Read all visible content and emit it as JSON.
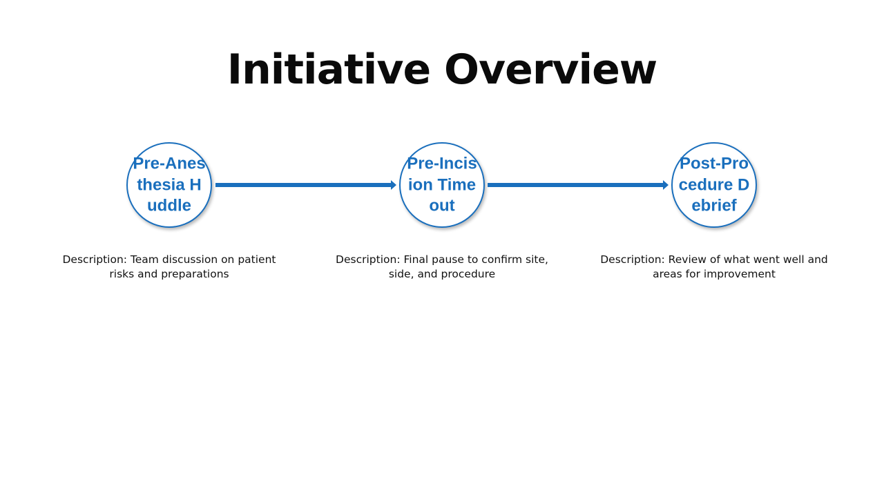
{
  "title": "Initiative Overview",
  "accent_color": "#1a6fbd",
  "steps": [
    {
      "label": "Pre-Anesthesia Huddle",
      "description": "Description: Team discussion on patient risks and preparations"
    },
    {
      "label": "Pre-Incision Timeout",
      "description": "Description: Final pause to confirm site, side, and procedure"
    },
    {
      "label": "Post-Procedure Debrief",
      "description": "Description: Review of what went well and areas for improvement"
    }
  ]
}
